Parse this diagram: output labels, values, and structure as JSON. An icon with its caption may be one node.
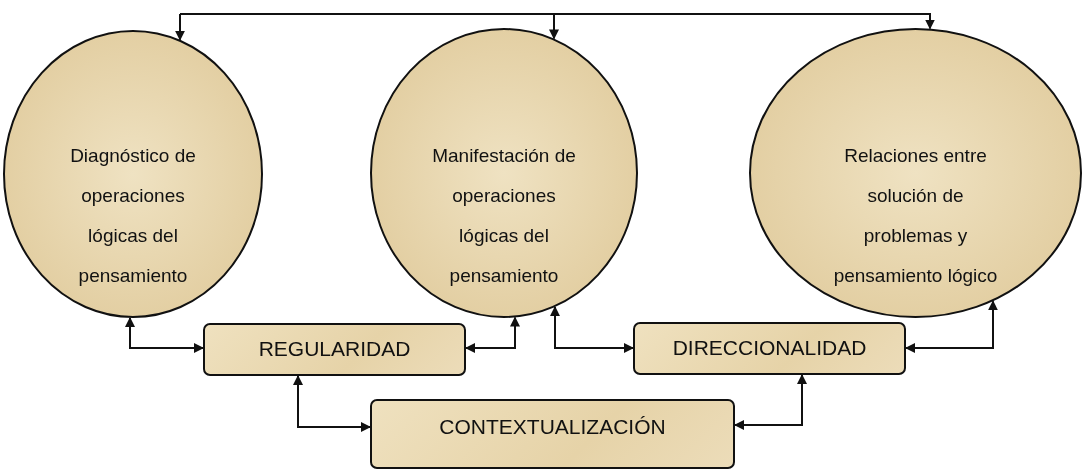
{
  "diagram": {
    "nodes": [
      {
        "text": [
          "Diagnóstico de operaciones lógicas del pensamiento"
        ]
      },
      {
        "text": [
          "Manifestación de operaciones lógicas del pensamiento"
        ]
      },
      {
        "text": [
          "Relaciones entre solución de problemas y pensamiento lógico"
        ]
      },
      {
        "text": [
          "REGULARIDAD"
        ]
      },
      {
        "text": [
          "DIRECCIONALIDAD"
        ]
      },
      {
        "text": [
          "CONTEXTUALIZACIÓN"
        ]
      }
    ],
    "edges": [
      {
        "from": null,
        "to": 0,
        "arrow": "to"
      },
      {
        "from": null,
        "to": 1,
        "arrow": "to"
      },
      {
        "from": null,
        "to": 2,
        "arrow": "to"
      },
      {
        "from": 3,
        "to": 0,
        "arrow": "both"
      },
      {
        "from": 3,
        "to": 1,
        "arrow": "both"
      },
      {
        "from": 4,
        "to": 1,
        "arrow": "both"
      },
      {
        "from": 4,
        "to": 2,
        "arrow": "both"
      },
      {
        "from": 5,
        "to": 3,
        "arrow": "both"
      },
      {
        "from": 5,
        "to": 4,
        "arrow": "both"
      }
    ]
  }
}
